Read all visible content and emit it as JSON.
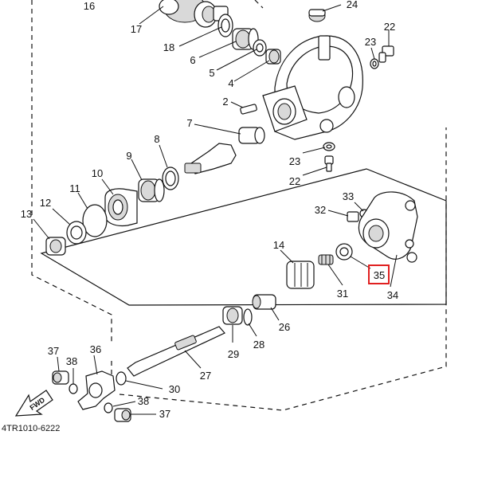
{
  "diagram_code": "4TR1010-6222",
  "direction_label": "FWD",
  "highlight": {
    "part": "35",
    "color": "#e02020"
  },
  "parts": [
    {
      "id": "p2",
      "label": "2"
    },
    {
      "id": "p4",
      "label": "4"
    },
    {
      "id": "p5",
      "label": "5"
    },
    {
      "id": "p6",
      "label": "6"
    },
    {
      "id": "p7",
      "label": "7"
    },
    {
      "id": "p8",
      "label": "8"
    },
    {
      "id": "p9",
      "label": "9"
    },
    {
      "id": "p10",
      "label": "10"
    },
    {
      "id": "p11",
      "label": "11"
    },
    {
      "id": "p12",
      "label": "12"
    },
    {
      "id": "p13",
      "label": "13"
    },
    {
      "id": "p14",
      "label": "14"
    },
    {
      "id": "p16",
      "label": "16"
    },
    {
      "id": "p17",
      "label": "17"
    },
    {
      "id": "p18",
      "label": "18"
    },
    {
      "id": "p22a",
      "label": "22"
    },
    {
      "id": "p22b",
      "label": "22"
    },
    {
      "id": "p23a",
      "label": "23"
    },
    {
      "id": "p23b",
      "label": "23"
    },
    {
      "id": "p24",
      "label": "24"
    },
    {
      "id": "p26",
      "label": "26"
    },
    {
      "id": "p27",
      "label": "27"
    },
    {
      "id": "p28",
      "label": "28"
    },
    {
      "id": "p29",
      "label": "29"
    },
    {
      "id": "p30",
      "label": "30"
    },
    {
      "id": "p31",
      "label": "31"
    },
    {
      "id": "p32",
      "label": "32"
    },
    {
      "id": "p33",
      "label": "33"
    },
    {
      "id": "p34",
      "label": "34"
    },
    {
      "id": "p35",
      "label": "35"
    },
    {
      "id": "p36",
      "label": "36"
    },
    {
      "id": "p37a",
      "label": "37"
    },
    {
      "id": "p37b",
      "label": "37"
    },
    {
      "id": "p38a",
      "label": "38"
    },
    {
      "id": "p38b",
      "label": "38"
    }
  ]
}
